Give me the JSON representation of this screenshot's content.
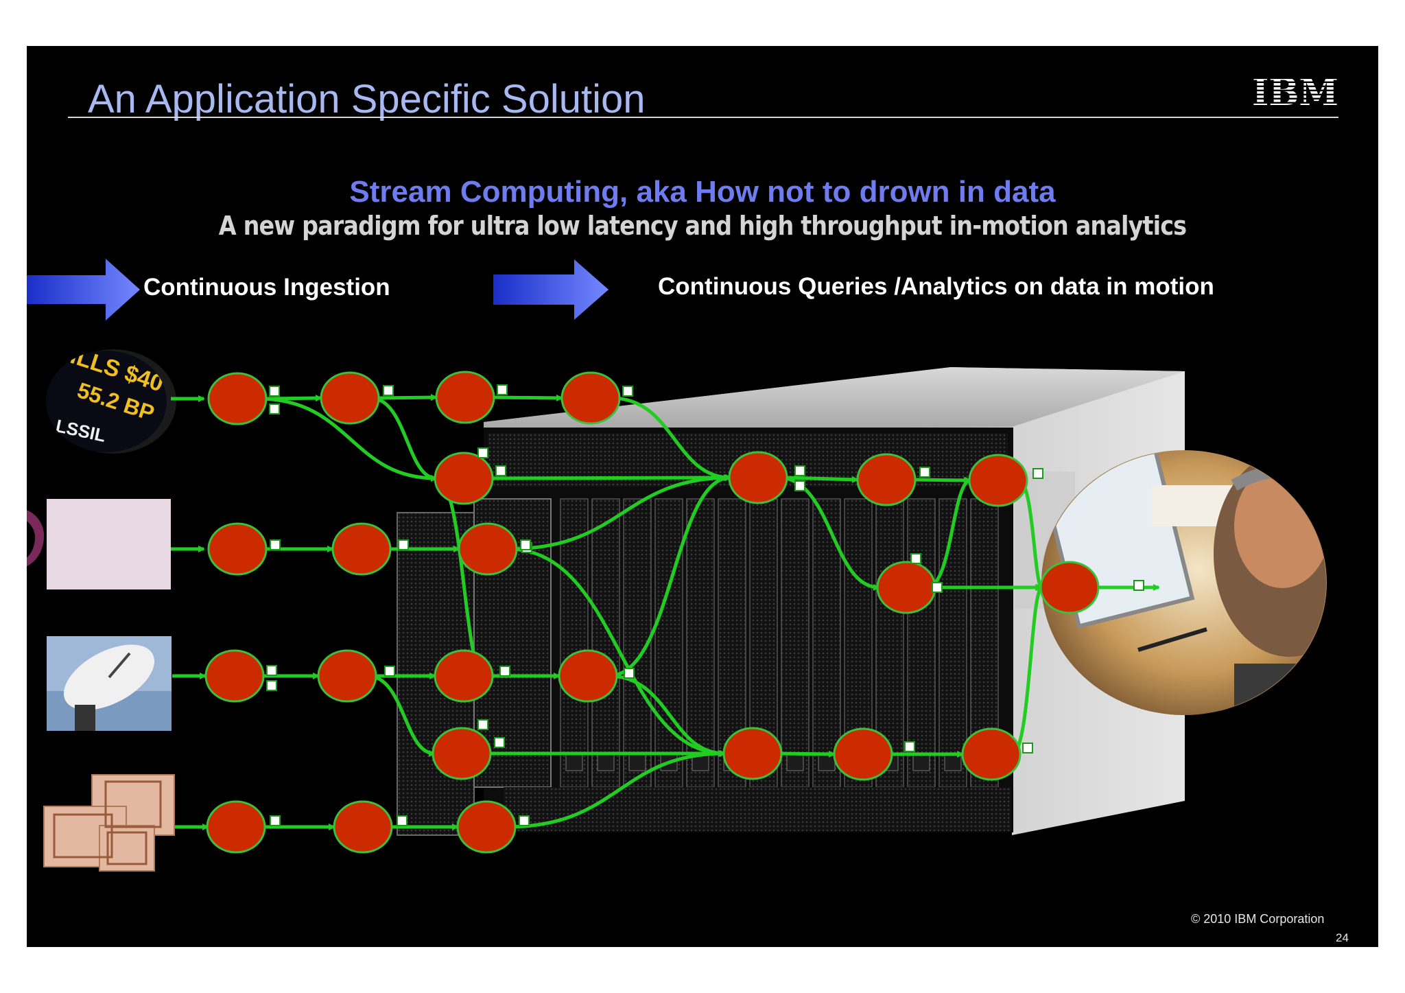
{
  "slide": {
    "title": "An Application Specific Solution",
    "logo_text": "IBM",
    "subtitle": "Stream Computing, aka How not to drown in data",
    "tagline": "A new paradigm for ultra low latency and high throughput in-motion analytics",
    "phase_ingestion": "Continuous Ingestion",
    "phase_analytics": "Continuous Queries /Analytics on data in motion",
    "copyright": "© 2010 IBM Corporation",
    "page_number": "24"
  },
  "colors": {
    "background": "#000000",
    "title": "#a8b8f0",
    "subtitle": "#6f7cf0",
    "node_fill": "#cc2a00",
    "node_outline": "#3cc03c",
    "edge": "#22cc22",
    "arrow_blue": "#5a6ef0"
  },
  "icons": {
    "sources": [
      "stock-ticker-icon",
      "email-at-icon",
      "satellite-dish-icon",
      "rfid-tag-icon"
    ],
    "hardware": "blade-server-icon",
    "consumer": "analyst-person-icon"
  }
}
